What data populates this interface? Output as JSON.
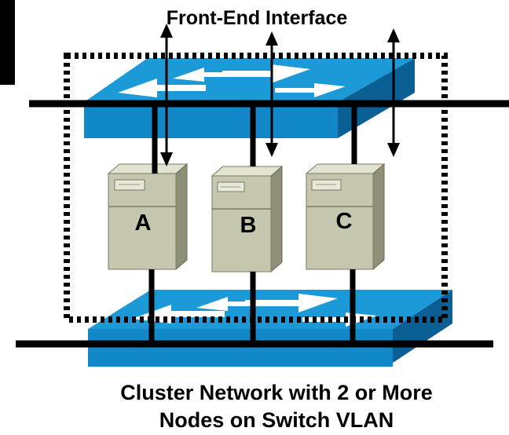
{
  "diagram": {
    "title": "Front-End Interface",
    "caption_line1": "Cluster Network with 2 or More",
    "caption_line2": "Nodes on Switch VLAN",
    "nodes": [
      {
        "label": "A"
      },
      {
        "label": "B"
      },
      {
        "label": "C"
      }
    ],
    "switches": [
      {
        "role": "front-end",
        "icon": "network-switch-icon"
      },
      {
        "role": "cluster",
        "icon": "network-switch-icon"
      }
    ],
    "colors": {
      "switch_top": "#1c9ad8",
      "switch_front": "#1288c8",
      "switch_side": "#0a5f94",
      "server_front": "#c7c7b0",
      "server_side": "#8f8f78",
      "server_top": "#e3e3d2",
      "line": "#000000",
      "cluster_boundary": "#000000",
      "background": "#ffffff"
    }
  }
}
